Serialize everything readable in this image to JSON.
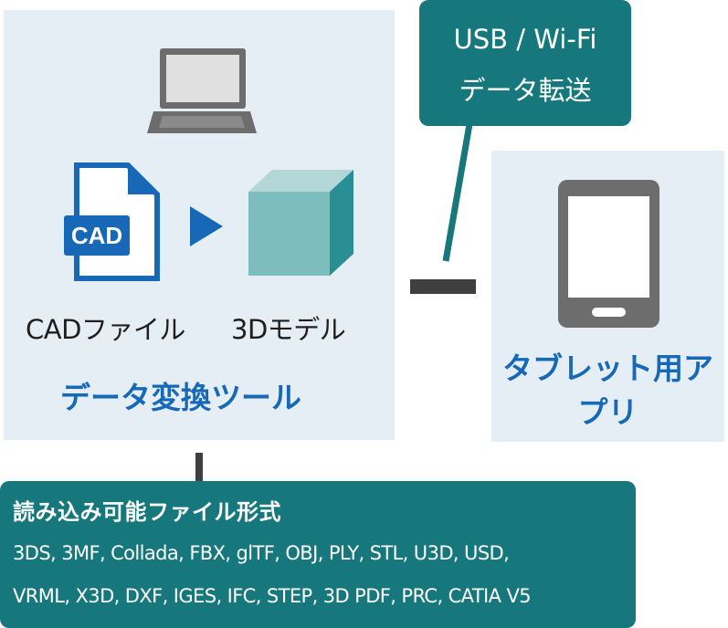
{
  "colors": {
    "panel_bg": "#e5eef5",
    "teal": "#16787c",
    "brand_blue": "#1769b8",
    "connector": "#3f3f3f"
  },
  "left_panel": {
    "icons": [
      "laptop-icon",
      "cad-file-icon",
      "arrow-right-icon",
      "cube-icon"
    ],
    "cad_file_badge": "CAD",
    "cad_file_label": "CADファイル",
    "model_3d_label": "3Dモデル",
    "tool_title": "データ変換ツール"
  },
  "transfer_callout": {
    "line1": "USB / Wi-Fi",
    "line2": "データ転送"
  },
  "right_panel": {
    "icons": [
      "tablet-icon"
    ],
    "title": "タブレット用アプリ"
  },
  "formats_callout": {
    "title": "読み込み可能ファイル形式",
    "line1": "3DS, 3MF, Collada, FBX, glTF, OBJ, PLY, STL, U3D, USD,",
    "line2": "VRML, X3D, DXF, IGES, IFC, STEP, 3D PDF, PRC, CATIA V5"
  }
}
